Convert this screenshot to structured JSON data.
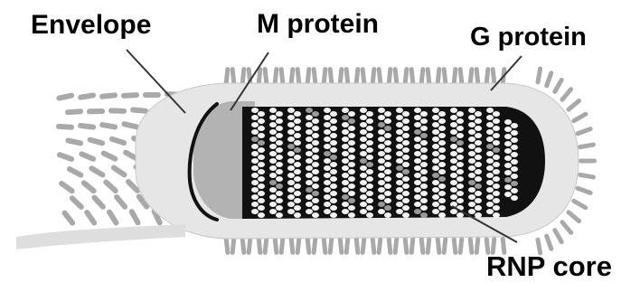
{
  "labels": {
    "envelope": "Envelope",
    "m_protein": "M protein",
    "g_protein": "G protein",
    "rnp_core": "RNP core"
  },
  "colors": {
    "spike": "#a9a9a9",
    "envelope_fill": "#e6e6e6",
    "membrane_line": "#111111",
    "m_protein_fill": "#b3b3b3",
    "core_background": "#111111",
    "rnp_bead_light": "#f2f2f2",
    "rnp_bead_grey": "#9a9a9a",
    "leader_line": "#333333",
    "text": "#000000"
  }
}
